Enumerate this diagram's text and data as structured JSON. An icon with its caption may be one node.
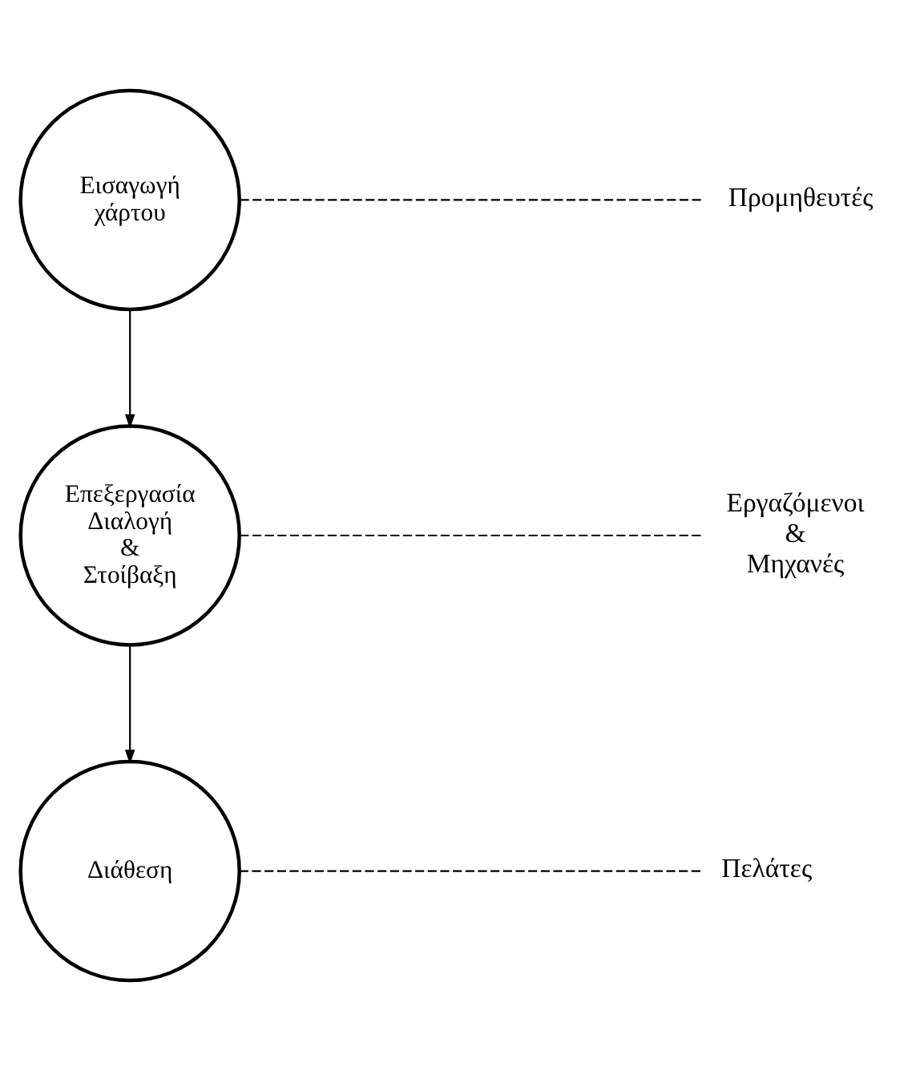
{
  "diagram": {
    "nodes": [
      {
        "text": [
          "Εισαγωγή χάρτου"
        ]
      },
      {
        "text": [
          "Προμηθευτές"
        ]
      },
      {
        "text": [
          "Επεξεργασία Διαλογή & Στοίβαξη"
        ]
      },
      {
        "text": [
          "Εργαζόμενοι & Μηχανές"
        ]
      },
      {
        "text": [
          "Διάθεση"
        ]
      },
      {
        "text": [
          "Πελάτες"
        ]
      }
    ],
    "edges": [
      {
        "from": 0,
        "to": 1,
        "arrow": "none",
        "style": "dashed"
      },
      {
        "from": 0,
        "to": 2,
        "arrow": "to"
      },
      {
        "from": 2,
        "to": 3,
        "arrow": "none",
        "style": "dashed"
      },
      {
        "from": 2,
        "to": 4,
        "arrow": "to"
      },
      {
        "from": 4,
        "to": 5,
        "arrow": "none",
        "style": "dashed"
      }
    ]
  }
}
